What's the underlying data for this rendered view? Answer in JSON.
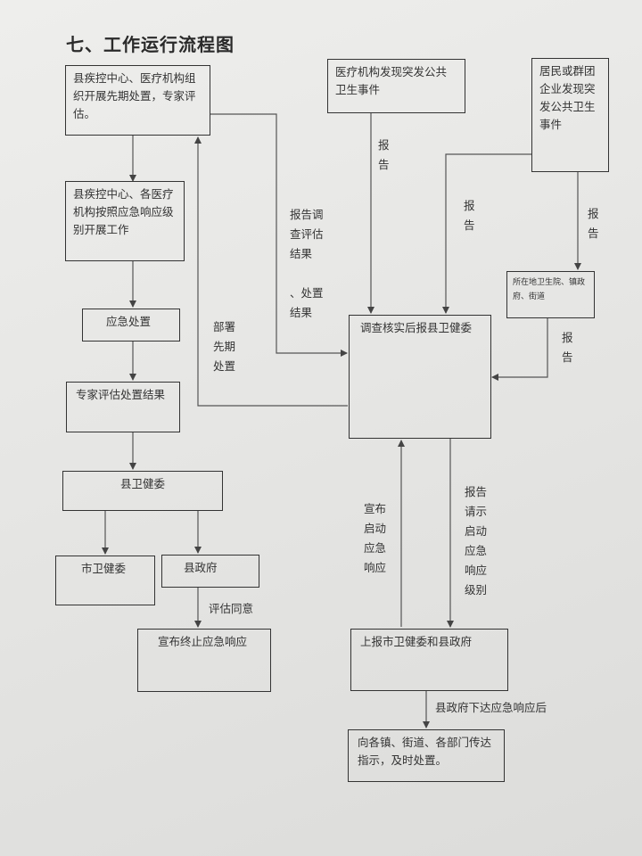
{
  "title": "七、工作运行流程图",
  "boxes": {
    "county_cdc_initial": "县疾控中心、医疗机构组织开展先期处置，专家评估。",
    "medical_institution_found": "医疗机构发现突发公共卫生事件",
    "residents_found": "居民或群团企业发现突发公共卫生事件",
    "cdc_emergency_level": "县疾控中心、各医疗机构按照应急响应级别开展工作",
    "local_hospital": "所在地卫生院、镇政府、街道",
    "emergency_response": "应急处置",
    "verify_report": "调查核实后报县卫健委",
    "expert_eval": "专家评估处置结果",
    "county_health_commission": "县卫健委",
    "city_health_commission": "市卫健委",
    "county_government": "县政府",
    "declare_end": "宣布终止应急响应",
    "report_city": "上报市卫健委和县政府",
    "notify_towns": "向各镇、街道、各部门传达指示，及时处置。"
  },
  "labels": {
    "report_1": "报\n告",
    "report_2": "报\n告",
    "report_3": "报\n告",
    "report_4": "报\n告",
    "report_investigation": "报告调\n查评估\n结果\n\n、处置\n结果",
    "deploy": "部署\n先期\n处置",
    "declare_start": "宣布\n启动\n应急\n响应",
    "request_start": "报告\n请示\n启动\n应急\n响应\n级别",
    "eval_agree": "评估同意",
    "county_gov_response": "县政府下达应急响应后"
  }
}
